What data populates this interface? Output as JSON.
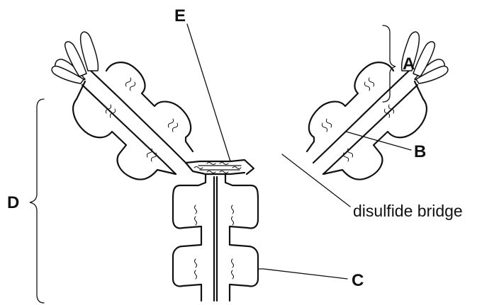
{
  "labels": {
    "a": "A",
    "b": "B",
    "c": "C",
    "d": "D",
    "e": "E",
    "disulfide": "disulfide bridge"
  }
}
